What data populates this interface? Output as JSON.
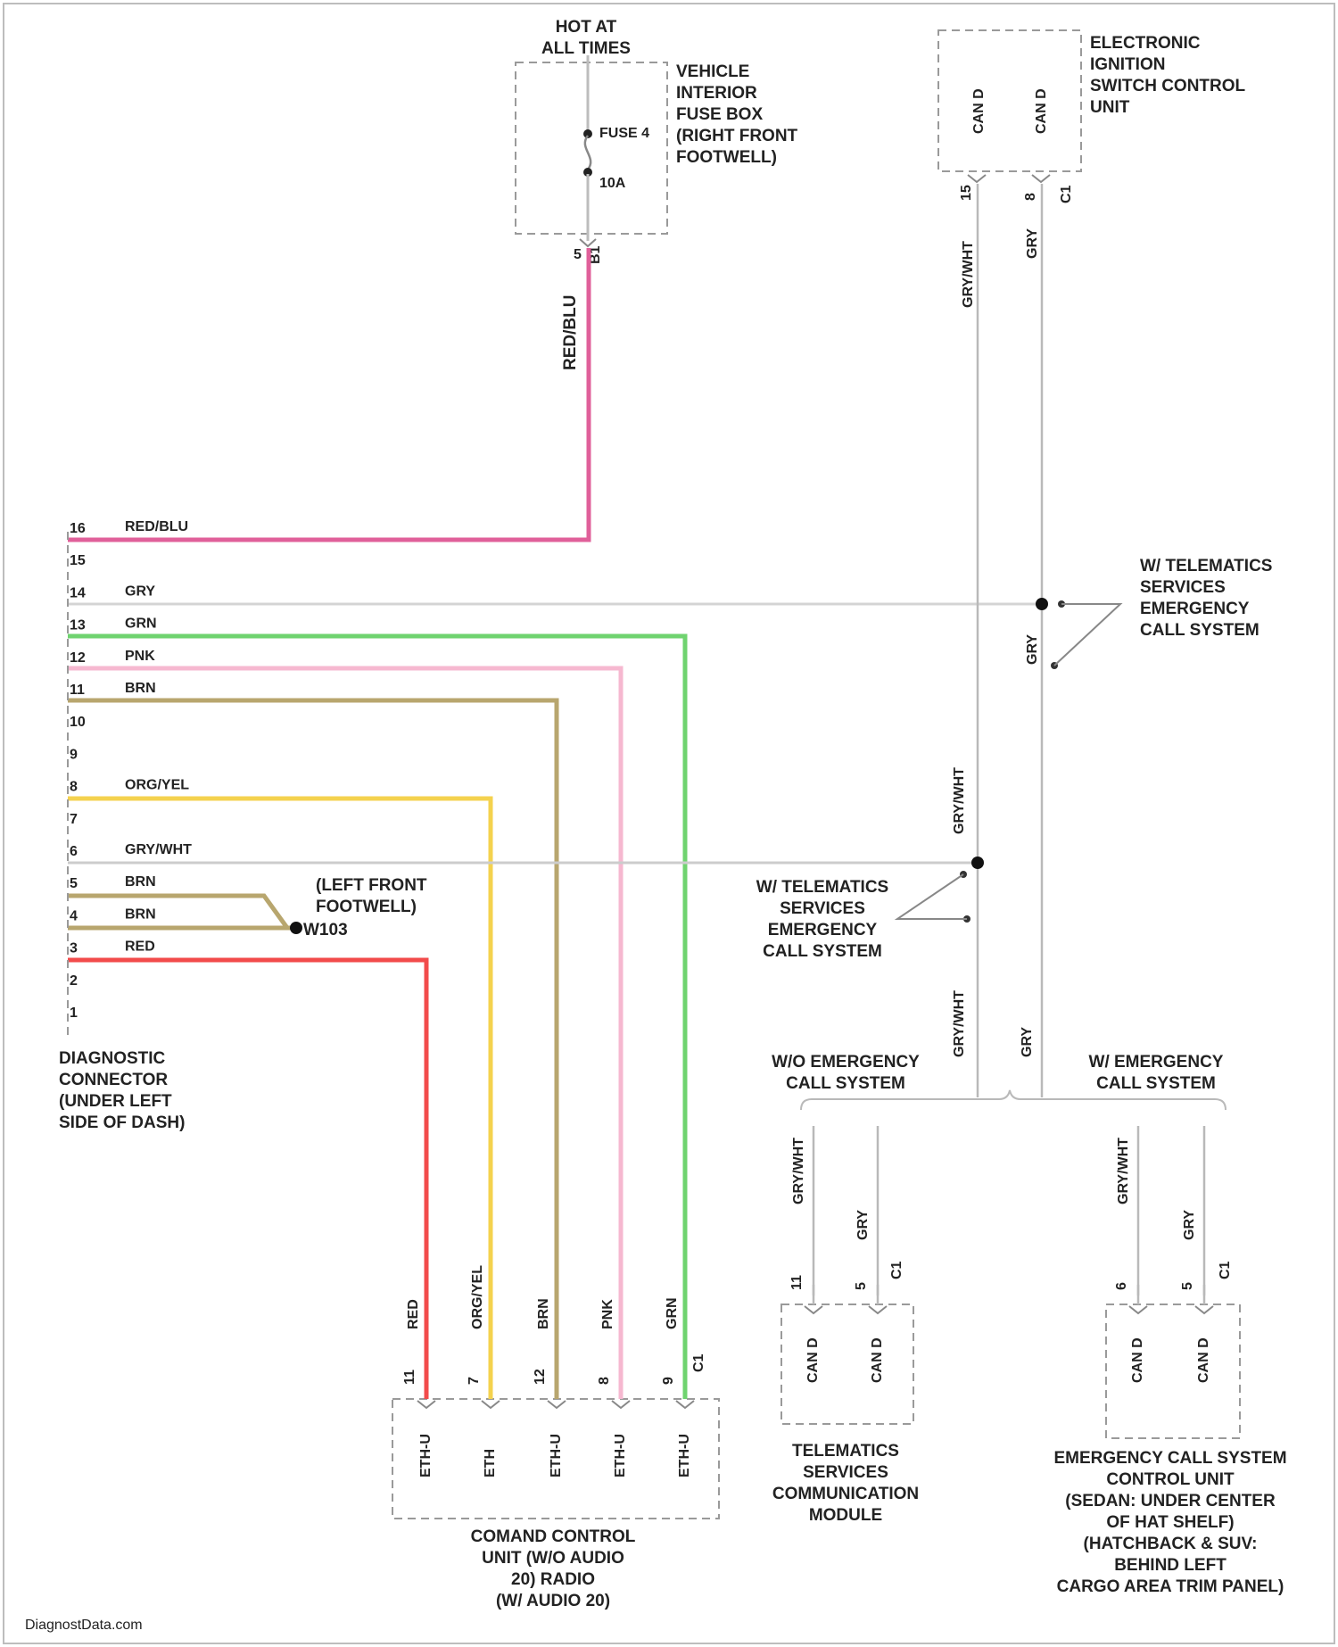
{
  "colors": {
    "RED/BLU": "#e0609a",
    "GRY": "#d4d4d4",
    "GRN": "#6fd36f",
    "PNK": "#f6b8d0",
    "BRN": "#b8a66e",
    "ORG/YEL": "#f4d24e",
    "GRY/WHT": "#cccccc",
    "RED": "#f24b4b"
  },
  "fuse_box": {
    "top_label": [
      "HOT AT",
      "ALL TIMES"
    ],
    "label": [
      "VEHICLE",
      "INTERIOR",
      "FUSE BOX",
      "(RIGHT FRONT",
      "FOOTWELL)"
    ],
    "fuse_name": "FUSE 4",
    "rating": "10A",
    "pin": "5",
    "connector": "B1",
    "wire_color": "RED/BLU"
  },
  "eis": {
    "label": [
      "ELECTRONIC",
      "IGNITION",
      "SWITCH CONTROL",
      "UNIT"
    ],
    "terminals": [
      "CAN D",
      "CAN D"
    ],
    "pins": [
      "15",
      "8"
    ],
    "connector": "C1",
    "wires": [
      "GRY/WHT",
      "GRY"
    ]
  },
  "dlc": {
    "label": [
      "DIAGNOSTIC",
      "CONNECTOR",
      "(UNDER LEFT",
      "SIDE OF DASH)"
    ],
    "pins": [
      {
        "n": "16",
        "wire": "RED/BLU"
      },
      {
        "n": "15",
        "wire": ""
      },
      {
        "n": "14",
        "wire": "GRY"
      },
      {
        "n": "13",
        "wire": "GRN"
      },
      {
        "n": "12",
        "wire": "PNK"
      },
      {
        "n": "11",
        "wire": "BRN"
      },
      {
        "n": "10",
        "wire": ""
      },
      {
        "n": "9",
        "wire": ""
      },
      {
        "n": "8",
        "wire": "ORG/YEL"
      },
      {
        "n": "7",
        "wire": ""
      },
      {
        "n": "6",
        "wire": "GRY/WHT"
      },
      {
        "n": "5",
        "wire": "BRN"
      },
      {
        "n": "4",
        "wire": "BRN"
      },
      {
        "n": "3",
        "wire": "RED"
      },
      {
        "n": "2",
        "wire": ""
      },
      {
        "n": "1",
        "wire": ""
      }
    ]
  },
  "ground": {
    "label": [
      "(LEFT FRONT",
      "FOOTWELL)",
      "W103"
    ]
  },
  "telematics_note_upper": [
    "W/ TELEMATICS",
    "SERVICES",
    "EMERGENCY",
    "CALL SYSTEM"
  ],
  "telematics_note_lower": [
    "W/ TELEMATICS",
    "SERVICES",
    "EMERGENCY",
    "CALL SYSTEM"
  ],
  "vertical_labels": {
    "upper_gry_wht": "GRY/WHT",
    "upper_gry": "GRY",
    "mid_gry": "GRY",
    "mid_gry_wht": "GRY/WHT",
    "lower_gry_wht": "GRY/WHT",
    "lower_gry": "GRY"
  },
  "branches": {
    "without": [
      "W/O EMERGENCY",
      "CALL SYSTEM"
    ],
    "with": [
      "W/ EMERGENCY",
      "CALL SYSTEM"
    ]
  },
  "command_unit": {
    "label": [
      "COMAND CONTROL",
      "UNIT (W/O AUDIO",
      "20) RADIO",
      "(W/ AUDIO 20)"
    ],
    "wires": [
      {
        "color": "RED",
        "pin": "11",
        "terminal": "ETH-U"
      },
      {
        "color": "ORG/YEL",
        "pin": "7",
        "terminal": "ETH"
      },
      {
        "color": "BRN",
        "pin": "12",
        "terminal": "ETH-U"
      },
      {
        "color": "PNK",
        "pin": "8",
        "terminal": "ETH-U"
      },
      {
        "color": "GRN",
        "pin": "9",
        "terminal": "ETH-U"
      }
    ],
    "connector": "C1"
  },
  "tcm": {
    "label": [
      "TELEMATICS",
      "SERVICES",
      "COMMUNICATION",
      "MODULE"
    ],
    "wires": [
      {
        "color": "GRY/WHT",
        "pin": "11",
        "terminal": "CAN D"
      },
      {
        "color": "GRY",
        "pin": "5",
        "terminal": "CAN D"
      }
    ],
    "connector": "C1"
  },
  "ecu": {
    "label": [
      "EMERGENCY CALL SYSTEM",
      "CONTROL UNIT",
      "(SEDAN: UNDER CENTER",
      "OF HAT SHELF)",
      "(HATCHBACK & SUV:",
      "BEHIND LEFT",
      "CARGO AREA TRIM PANEL)"
    ],
    "wires": [
      {
        "color": "GRY/WHT",
        "pin": "6",
        "terminal": "CAN D"
      },
      {
        "color": "GRY",
        "pin": "5",
        "terminal": "CAN D"
      }
    ],
    "connector": "C1"
  },
  "watermark": "DiagnostData.com"
}
